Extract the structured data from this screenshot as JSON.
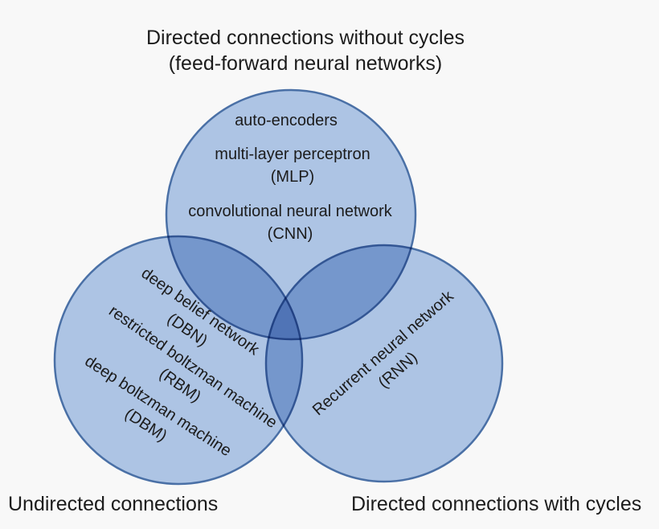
{
  "palette": {
    "background": "#f8f8f8",
    "circle_fill": "#adc4e4",
    "circle_stroke": "#4a70a6",
    "text": "#1c1c1c"
  },
  "venn": {
    "top": {
      "label_line1": "Directed connections without cycles",
      "label_line2": "(feed-forward neural networks)",
      "items": [
        {
          "name": "auto-encoders",
          "abbr": ""
        },
        {
          "name": "multi-layer perceptron",
          "abbr": "(MLP)"
        },
        {
          "name": "convolutional neural network",
          "abbr": "(CNN)"
        }
      ]
    },
    "left": {
      "label": "Undirected connections",
      "items": [
        {
          "name": "deep belief network",
          "abbr": "(DBN)"
        },
        {
          "name": "restricted boltzman machine",
          "abbr": "(RBM)"
        },
        {
          "name": "deep boltzman machine",
          "abbr": "(DBM)"
        }
      ]
    },
    "right": {
      "label": "Directed connections with cycles",
      "items": [
        {
          "name": "Recurrent neural network",
          "abbr": "(RNN)"
        }
      ]
    }
  }
}
